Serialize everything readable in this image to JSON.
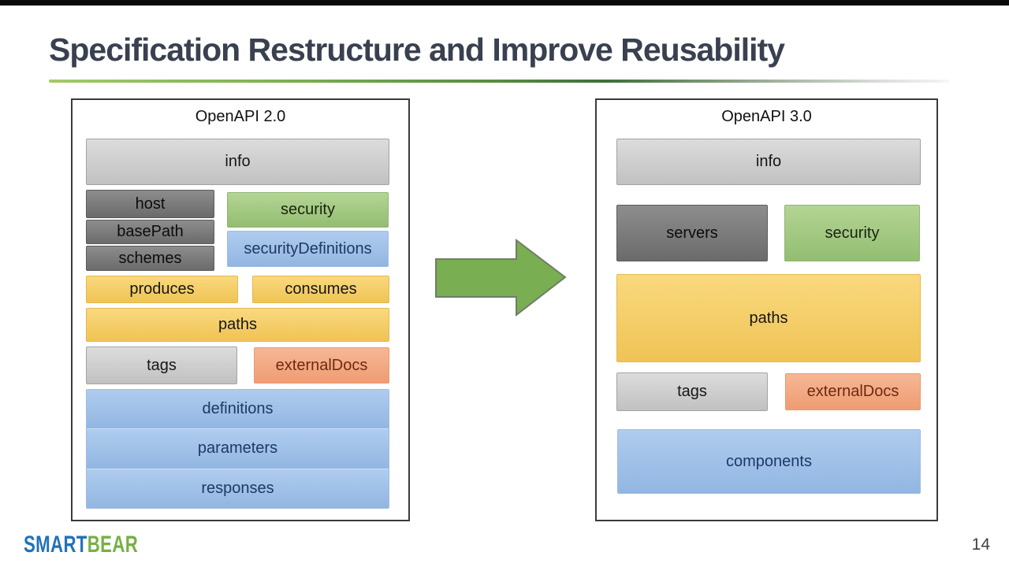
{
  "slide": {
    "title": "Specification Restructure and Improve Reusability",
    "page_number": "14"
  },
  "logo": {
    "smart": "SMART",
    "bear": "BEAR"
  },
  "icons": {
    "transition_arrow": "right-arrow-icon"
  },
  "panels": {
    "left": {
      "title": "OpenAPI 2.0",
      "blocks": {
        "info": "info",
        "host": "host",
        "basePath": "basePath",
        "schemes": "schemes",
        "security": "security",
        "securityDefinitions": "securityDefinitions",
        "produces": "produces",
        "consumes": "consumes",
        "paths": "paths",
        "tags": "tags",
        "externalDocs": "externalDocs",
        "definitions": "definitions",
        "parameters": "parameters",
        "responses": "responses"
      }
    },
    "right": {
      "title": "OpenAPI 3.0",
      "blocks": {
        "info": "info",
        "servers": "servers",
        "security": "security",
        "paths": "paths",
        "tags": "tags",
        "externalDocs": "externalDocs",
        "components": "components"
      }
    }
  },
  "colors": {
    "titleColor": "#39404F",
    "panelBorder": "#3B3B3B",
    "ruleGreenLight": "#A4C968",
    "ruleGreenDark": "#3F6F38",
    "grayLightTop": "#DCDCDC",
    "grayLightBottom": "#C1C1C1",
    "grayLightBorder": "#A3A3A3",
    "grayDarkTop": "#8D8D8D",
    "grayDarkBottom": "#6B6B6B",
    "grayDarkBorder": "#5C5C5C",
    "greenTop": "#B4D595",
    "greenBottom": "#93BD70",
    "greenBorder": "#8FB573",
    "blueTop": "#AFCCEE",
    "blueBottom": "#92B6E2",
    "blueBorder": "#9DBCE4",
    "blueText": "#1F3864",
    "yellowTop": "#F9D97E",
    "yellowBottom": "#F0C355",
    "yellowBorder": "#E5B851",
    "salmonTop": "#F6B795",
    "salmonBottom": "#EF9C72",
    "salmonBorder": "#E89A70",
    "salmonText": "#6E2A10",
    "arrowFill": "#79AE53",
    "arrowStroke": "#6F7D66",
    "logoBlue": "#2172B8",
    "logoGreen": "#76B043",
    "pageNumberColor": "#3F3F3F"
  }
}
